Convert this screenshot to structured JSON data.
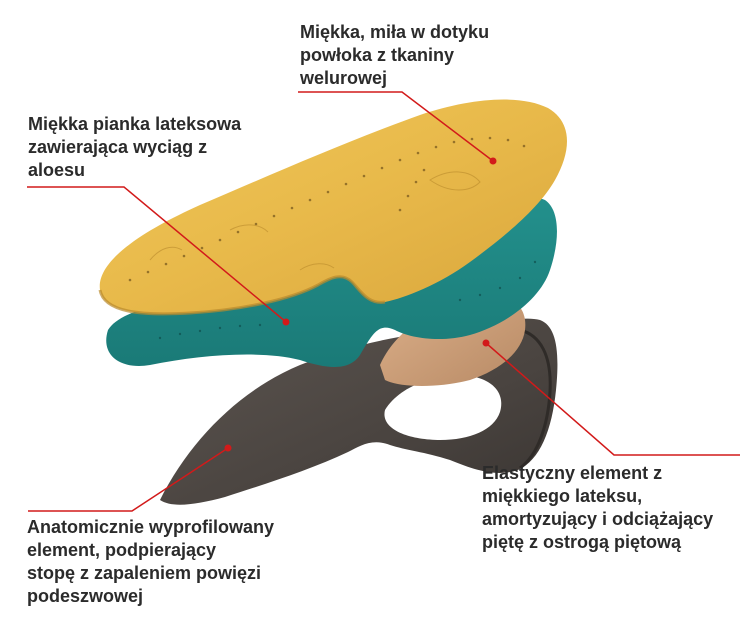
{
  "colors": {
    "velour_layer": "#e8b94a",
    "latex_foam_layer": "#1f8a86",
    "heel_element": "#c99a73",
    "anatomical_base": "#4a4440",
    "leader_line": "#d21a1a",
    "label_text": "#2b2b2b"
  },
  "labels": {
    "velour_coating": [
      "Miękka, miła w dotyku",
      "powłoka z tkaniny",
      "welurowej"
    ],
    "latex_foam": [
      "Miękka pianka lateksowa",
      "zawierająca wyciąg z",
      "aloesu"
    ],
    "heel_element": [
      "Elastyczny element z",
      "miękkiego lateksu,",
      "amortyzujący i odciążający",
      "piętę z ostrogą piętową"
    ],
    "anatomical_element": [
      "Anatomicznie wyprofilowany",
      "element, podpierający",
      "stopę z zapaleniem powięzi",
      "podeszwowej"
    ]
  }
}
